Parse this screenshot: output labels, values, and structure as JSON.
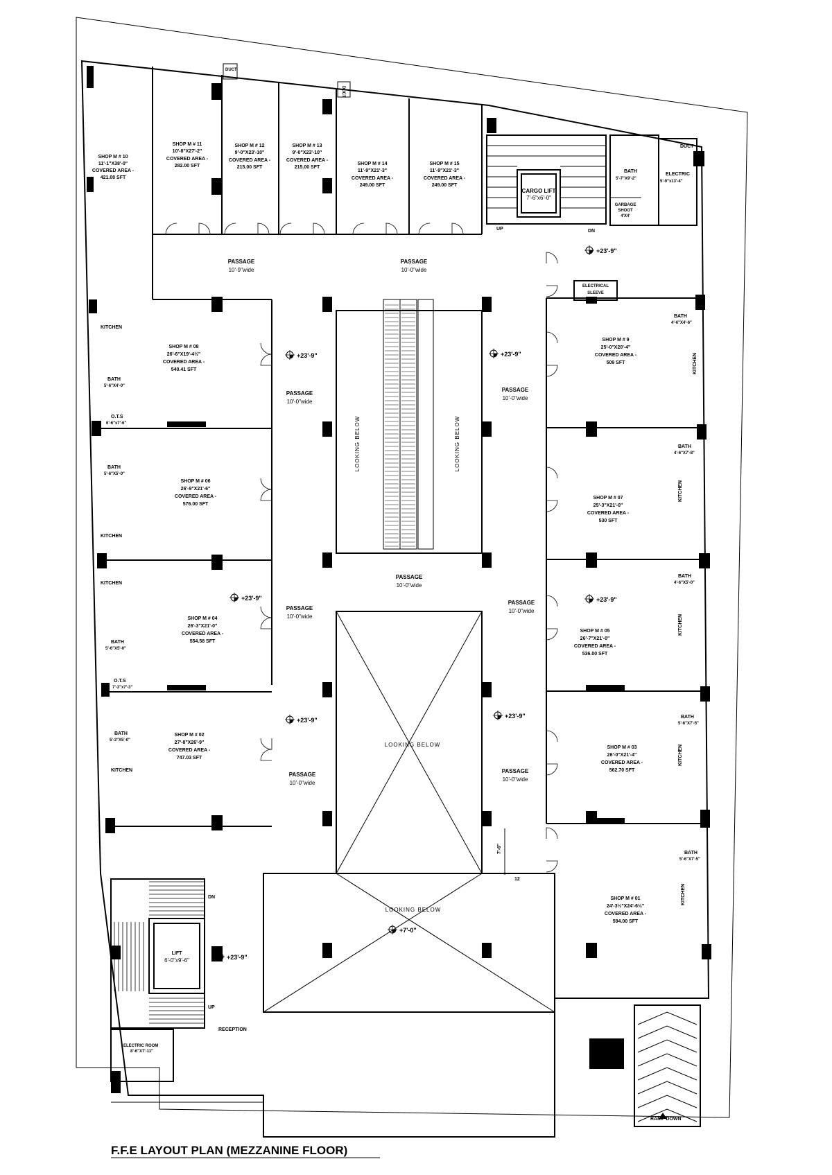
{
  "title": "F.F.E LAYOUT PLAN (MEZZANINE FLOOR)",
  "shops": [
    {
      "id": "m10",
      "name": "SHOP M # 10",
      "size": "11'-1\"X38'-0\"",
      "area_label": "COVERED AREA -",
      "area": "421.00 SFT"
    },
    {
      "id": "m11",
      "name": "SHOP M # 11",
      "size": "10'-8\"X27'-2\"",
      "area_label": "COVERED AREA -",
      "area": "282.00 SFT"
    },
    {
      "id": "m12",
      "name": "SHOP M # 12",
      "size": "9'-0\"X23'-10\"",
      "area_label": "COVERED AREA -",
      "area": "215.00 SFT"
    },
    {
      "id": "m13",
      "name": "SHOP M # 13",
      "size": "9'-0\"X23'-10\"",
      "area_label": "COVERED AREA -",
      "area": "215.00 SFT"
    },
    {
      "id": "m14",
      "name": "SHOP M # 14",
      "size": "11'-9\"X21'-3\"",
      "area_label": "COVERED AREA -",
      "area": "249.00 SFT"
    },
    {
      "id": "m15",
      "name": "SHOP M # 15",
      "size": "11'-9\"X21'-3\"",
      "area_label": "COVERED AREA -",
      "area": "249.00 SFT"
    },
    {
      "id": "m08",
      "name": "SHOP M # 08",
      "size": "26'-6\"X19'-4½\"",
      "area_label": "COVERED AREA -",
      "area": "540.41 SFT"
    },
    {
      "id": "m06",
      "name": "SHOP M # 06",
      "size": "26'-9\"X21'-6\"",
      "area_label": "COVERED AREA -",
      "area": "576.00 SFT"
    },
    {
      "id": "m04",
      "name": "SHOP M # 04",
      "size": "26'-3\"X21'-0\"",
      "area_label": "COVERED AREA -",
      "area": "554.58 SFT"
    },
    {
      "id": "m02",
      "name": "SHOP M # 02",
      "size": "27'-8\"X26'-9\"",
      "area_label": "COVERED AREA -",
      "area": "747.03 SFT"
    },
    {
      "id": "m09",
      "name": "SHOP M # 9",
      "size": "25'-0\"X20'-4\"",
      "area_label": "COVERED AREA -",
      "area": "509 SFT"
    },
    {
      "id": "m07",
      "name": "SHOP M # 07",
      "size": "25'-3\"X21'-0\"",
      "area_label": "COVERED AREA -",
      "area": "530 SFT"
    },
    {
      "id": "m05",
      "name": "SHOP M # 05",
      "size": "26'-7\"X21'-0\"",
      "area_label": "COVERED AREA -",
      "area": "536.00 SFT"
    },
    {
      "id": "m03",
      "name": "SHOP M # 03",
      "size": "26'-0\"X21'-4\"",
      "area_label": "COVERED AREA -",
      "area": "562.70 SFT"
    },
    {
      "id": "m01",
      "name": "SHOP M # 01",
      "size": "24'-3½\"X24'-6½\"",
      "area_label": "COVERED AREA -",
      "area": "594.00 SFT"
    }
  ],
  "passages": [
    {
      "id": "top-left",
      "name": "PASSAGE",
      "width": "10'-9\"wide"
    },
    {
      "id": "top-right",
      "name": "PASSAGE",
      "width": "10'-0\"wide"
    },
    {
      "id": "left-upper",
      "name": "PASSAGE",
      "width": "10'-0\"wide"
    },
    {
      "id": "right-upper",
      "name": "PASSAGE",
      "width": "10'-0\"wide"
    },
    {
      "id": "center",
      "name": "PASSAGE",
      "width": "10'-0\"wide"
    },
    {
      "id": "left-mid",
      "name": "PASSAGE",
      "width": "10'-0\"wide"
    },
    {
      "id": "right-mid",
      "name": "PASSAGE",
      "width": "10'-0\"wide"
    },
    {
      "id": "left-lower",
      "name": "PASSAGE",
      "width": "10'-0\"wide"
    },
    {
      "id": "right-lower",
      "name": "PASSAGE",
      "width": "10'-0\"wide"
    }
  ],
  "levels": [
    "+23'-9\"",
    "+23'-9\"",
    "+23'-9\"",
    "+23'-9\"",
    "+23'-9\"",
    "+23'-9\"",
    "+23'-9\"",
    "+23'-9\"",
    "+7'-0\""
  ],
  "service": {
    "cargo_lift": "CARGO LIFT",
    "cargo_lift_size": "7'-6\"x6'-0\"",
    "bath_top": "BATH",
    "bath_top_size": "5'-7\"X9'-2\"",
    "electric": "ELECTRIC",
    "electric_size": "5'-9\"x13'-4\"",
    "duct": "DUCT",
    "garbage": "GARBAGE",
    "garbage_2": "SHOOT",
    "garbage_size": "4'X4'",
    "electrical": "ELECTRICAL",
    "sleeve": "SLEEVE",
    "lift": "LIFT",
    "lift_size": "6'-0\"x9'-6\"",
    "reception": "RECEPTION",
    "electric_room": "ELECTRIC ROOM",
    "electric_room_size": "8'-6\"X7'-11\"",
    "ramp_down": "RAMP DOWN",
    "up": "UP",
    "dn": "DN",
    "kitchen": "KITCHEN",
    "bath": "BATH",
    "ots": "O.T.S",
    "ots_size_1": "6'-6\"x7'-6\"",
    "ots_size_2": "7'-3\"x7'-3\"",
    "bath_size_l1": "5'-6\"X4'-0\"",
    "bath_size_l2": "5'-6\"X5'-0\"",
    "bath_size_l3": "5'-6\"X5'-0\"",
    "bath_size_l4": "5'-3\"X5'-0\"",
    "bath_size_r1": "4'-6\"X4'-6\"",
    "bath_size_r2": "4'-6\"X7'-8\"",
    "bath_size_r3": "4'-6\"X5'-0\"",
    "bath_size_r4": "5'-6\"X7'-5\"",
    "bath_size_r5": "5'-6\"X7'-5\"",
    "looking_below": "LOOKING BELOW",
    "dim_vertical": "7'-6\"",
    "dim_horizontal": "12"
  }
}
